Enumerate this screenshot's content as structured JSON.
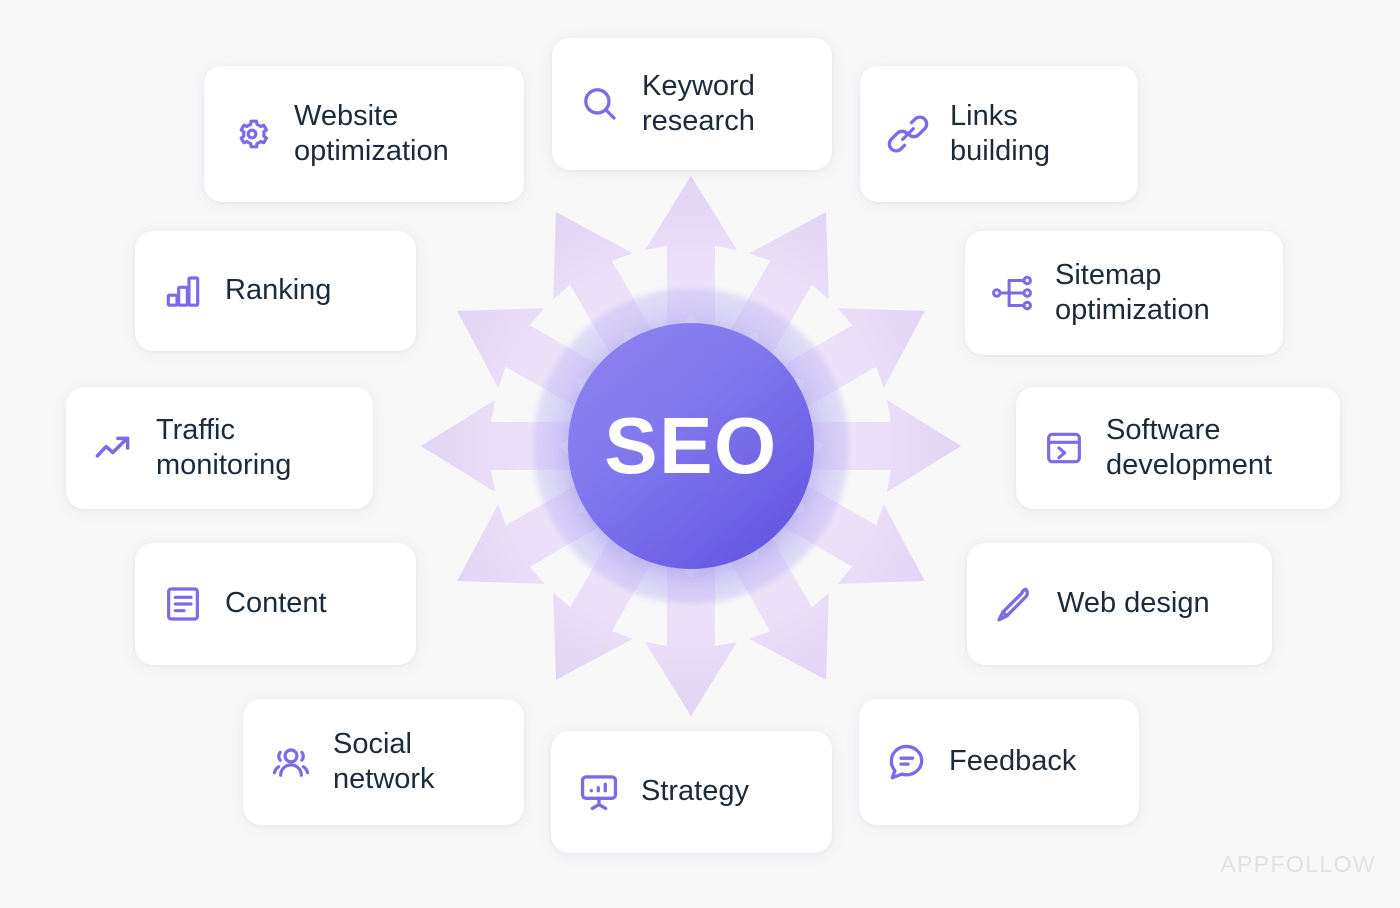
{
  "diagram": {
    "title": "SEO",
    "center": {
      "label": "SEO",
      "name": "seo-hub"
    },
    "colors": {
      "background": "#f8f8f9",
      "icon_purple": "#7c6ae8",
      "card_background": "#ffffff",
      "text_dark": "#1c2b3a",
      "hub_gradient_start": "#8e83f0",
      "hub_gradient_end": "#5e4fdc",
      "arrow_fill": "#e7dcf7",
      "watermark": "#e2e2e6"
    },
    "nodes": [
      {
        "id": "website-optimization",
        "label": "Website\noptimization",
        "icon": "gear-icon",
        "position": "top-left"
      },
      {
        "id": "keyword-research",
        "label": "Keyword\nresearch",
        "icon": "search-icon",
        "position": "top-center"
      },
      {
        "id": "links-building",
        "label": "Links\nbuilding",
        "icon": "link-icon",
        "position": "top-right"
      },
      {
        "id": "ranking",
        "label": "Ranking",
        "icon": "bar-chart-icon",
        "position": "left-upper"
      },
      {
        "id": "sitemap-optimization",
        "label": "Sitemap\noptimization",
        "icon": "sitemap-icon",
        "position": "right-upper"
      },
      {
        "id": "traffic-monitoring",
        "label": "Traffic\nmonitoring",
        "icon": "trending-up-icon",
        "position": "left-middle"
      },
      {
        "id": "software-development",
        "label": "Software\ndevelopment",
        "icon": "terminal-window-icon",
        "position": "right-middle"
      },
      {
        "id": "content",
        "label": "Content",
        "icon": "document-icon",
        "position": "left-lower"
      },
      {
        "id": "web-design",
        "label": "Web design",
        "icon": "pencil-icon",
        "position": "right-lower"
      },
      {
        "id": "social-network",
        "label": "Social\nnetwork",
        "icon": "users-icon",
        "position": "bottom-left"
      },
      {
        "id": "strategy",
        "label": "Strategy",
        "icon": "presentation-icon",
        "position": "bottom-center"
      },
      {
        "id": "feedback",
        "label": "Feedback",
        "icon": "chat-bubble-icon",
        "position": "bottom-right"
      }
    ],
    "arrow_count": 12,
    "watermark": "APPFOLLOW"
  }
}
